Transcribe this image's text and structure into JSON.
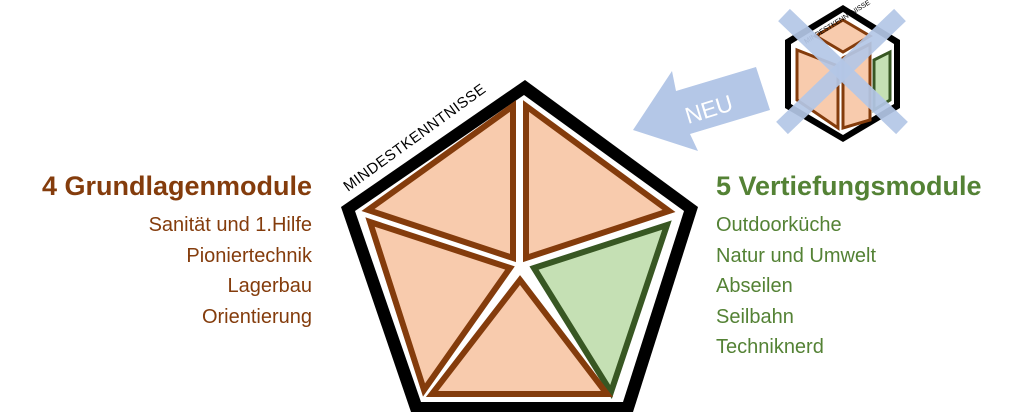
{
  "pentagon_label": "MINDESTKENNTNISSE",
  "small_label": "MINDESTKENNTNISSE",
  "arrow_label": "NEU",
  "basic_modules": {
    "title": "4 Grundlagenmodule",
    "items": [
      "Sanität und 1.Hilfe",
      "Pioniertechnik",
      "Lagerbau",
      "Orientierung"
    ]
  },
  "advanced_modules": {
    "title": "5 Vertiefungsmodule",
    "items": [
      "Outdoorküche",
      "Natur und Umwelt",
      "Abseilen",
      "Seilbahn",
      "Techniknerd"
    ]
  },
  "colors": {
    "brown": "#843c0c",
    "orange_fill": "#f8cbad",
    "green": "#385723",
    "green_fill": "#c5e0b4",
    "green_text": "#548235",
    "arrow_blue": "#b4c7e7",
    "black": "#000000"
  }
}
